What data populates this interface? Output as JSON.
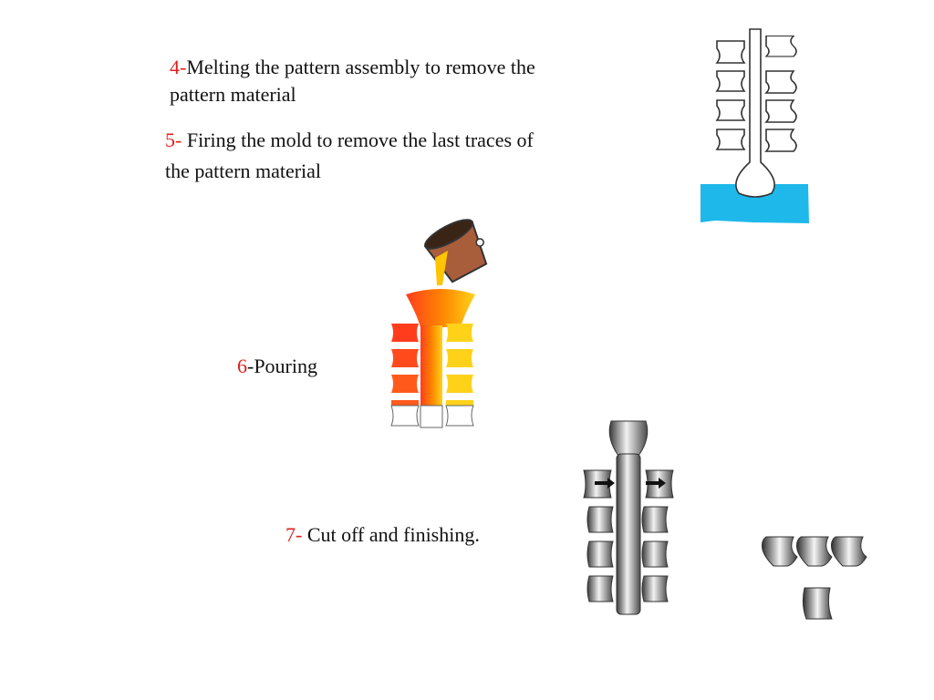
{
  "steps": [
    {
      "number": "4-",
      "text": "Melting the pattern assembly to remove the",
      "text2": "pattern material"
    },
    {
      "number": "5-",
      "text": " Firing the mold to remove the last traces of",
      "text2": "the pattern material"
    },
    {
      "number": "6",
      "text": "-Pouring"
    },
    {
      "number": "7-",
      "text": " Cut off and finishing."
    }
  ],
  "colors": {
    "accent": "#e0201d",
    "water": "#1eb8ea",
    "molten": "#ff8a00",
    "ladle": "#a85d3b"
  }
}
